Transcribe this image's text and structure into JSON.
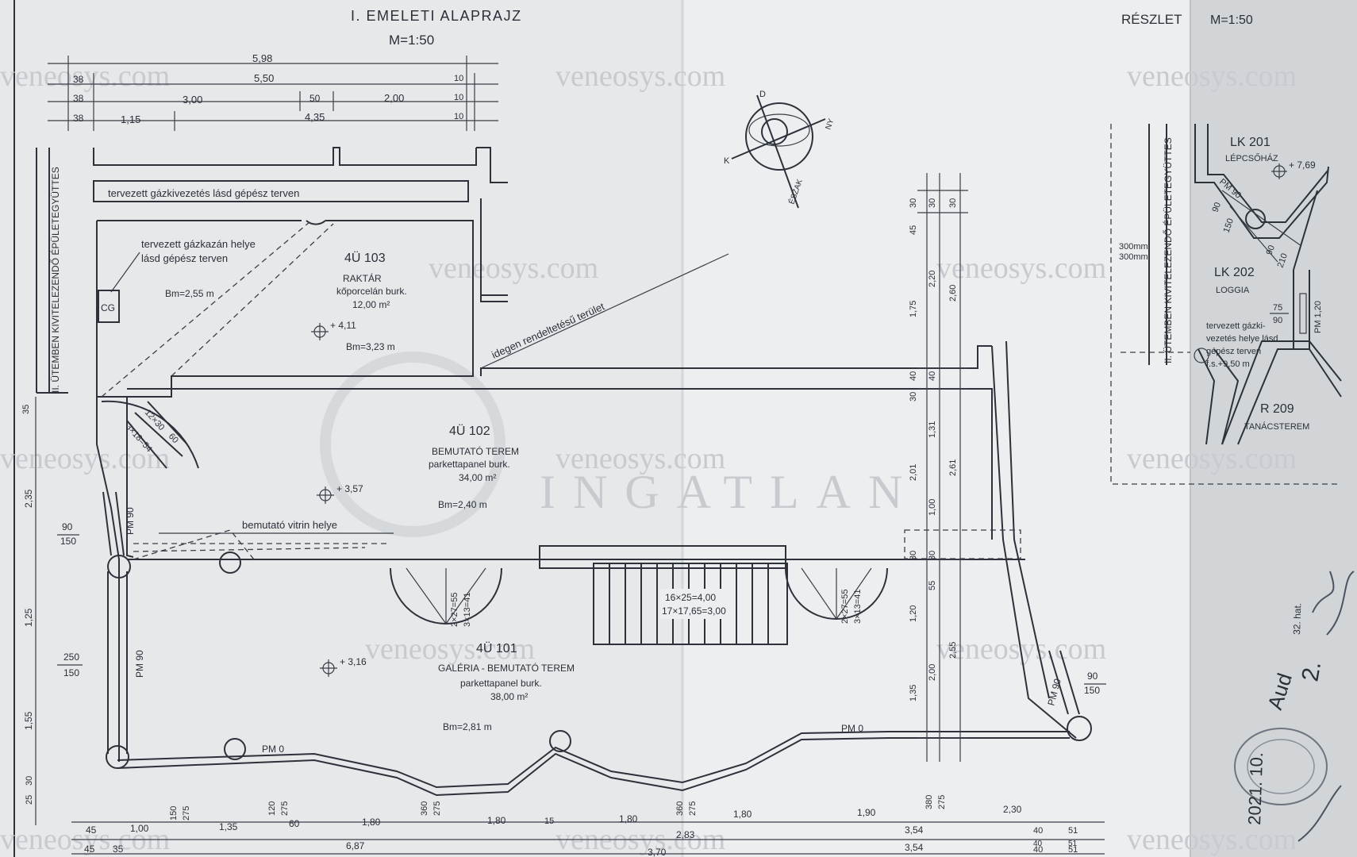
{
  "sheet": {
    "title": "I. EMELETI ALAPRAJZ",
    "scale": "M=1:50",
    "detail_title": "RÉSZLET",
    "detail_scale": "M=1:50",
    "watermark": "veneosys.com"
  },
  "notes": {
    "gas_line": "tervezett gázkivezetés lásd gépész terven",
    "boiler_1": "tervezett gázkazán helye",
    "boiler_2": "lásd gépész terven",
    "boiler_cg": "CG",
    "boiler_bm": "Bm=2,55 m",
    "foreign_area": "idegen rendeltetésű terület",
    "vitrin": "bemutató vitrin helye",
    "stage2_left": "II. ÜTEMBEN KIVITELEZENDŐ ÉPÜLETEGYÜTTES",
    "stage2_right": "II. ÜTEMBEN KIVITELEZENDŐ ÉPÜLETEGYÜTTES",
    "compass_north": "ÉSZAK",
    "compass_d": "D",
    "compass_k": "K",
    "compass_ny": "NY"
  },
  "rooms": {
    "r103": {
      "id": "4Ü 103",
      "name": "RAKTÁR",
      "floor": "kőporcelán burk.",
      "area": "12,00 m²",
      "level": "+ 4,11",
      "bm": "Bm=3,23 m"
    },
    "r102": {
      "id": "4Ü 102",
      "name": "BEMUTATÓ TEREM",
      "floor": "parkettapanel burk.",
      "area": "34,00 m²",
      "level": "+ 3,57",
      "bm": "Bm=2,40 m"
    },
    "r101": {
      "id": "4Ü 101",
      "name": "GALÉRIA - BEMUTATÓ TEREM",
      "floor": "parkettapanel burk.",
      "area": "38,00 m²",
      "level": "+ 3,16",
      "bm": "Bm=2,81 m"
    }
  },
  "stairs": {
    "main_1": "16×25=4,00",
    "main_2": "17×17,65=3,00",
    "spiral_top_1": "12×30",
    "spiral_top_2": "3×18=54",
    "spiral_top_3": "60",
    "spiral_mid_1": "2×27=55",
    "spiral_mid_2": "3×13=41",
    "spiral_right_1": "2×27=55",
    "spiral_right_2": "3×13=41"
  },
  "windows": {
    "pm90_left": "PM 90",
    "w1_a": "90",
    "w1_b": "150",
    "pm90_left2": "PM 90",
    "w2_a": "250",
    "w2_b": "150",
    "pm0_bottom": "PM 0",
    "pm0_right": "PM 0",
    "pm90_right": "PM 90",
    "w3_a": "90",
    "w3_b": "150"
  },
  "dims_top": {
    "d598": "5,98",
    "d550": "5,50",
    "d300": "3,00",
    "d50": "50",
    "d200": "2,00",
    "d115": "1,15",
    "d435": "4,35",
    "d38a": "38",
    "d38b": "38",
    "d38c": "38",
    "d10a": "10",
    "d10b": "10",
    "d10c": "10"
  },
  "dims_left": {
    "d35": "35",
    "d235": "2,35",
    "d125": "1,25",
    "d155": "1,55",
    "d25": "25",
    "d30": "30"
  },
  "dims_right": {
    "c1": [
      "30",
      "45",
      "1,75",
      "40",
      "30",
      "2,01",
      "30",
      "1,20",
      "1,35"
    ],
    "c2": [
      "30",
      "2,20",
      "40",
      "1,31",
      "1,00",
      "30",
      "55",
      "2,00"
    ],
    "c3": [
      "30",
      "2,60",
      "2,61",
      "2,55"
    ]
  },
  "dims_bottom": {
    "row1": [
      "45",
      "1,00",
      "1,35",
      "60",
      "1,80",
      "1,80",
      "15",
      "1,80",
      "1,80",
      "1,90",
      "2,30",
      "40",
      "51"
    ],
    "row2": [
      "45",
      "35",
      "6,87",
      "2,83",
      "3,54",
      "40",
      "51"
    ],
    "row3": [
      "3,54",
      "3,70",
      "40",
      "51"
    ],
    "heights": [
      "150",
      "275",
      "120",
      "275",
      "360",
      "275",
      "360",
      "275",
      "380",
      "275"
    ]
  },
  "detail": {
    "lk201_id": "LK 201",
    "lk201_name": "LÉPCSŐHÁZ",
    "lk201_level": "+ 7,69",
    "pm90": "PM 90",
    "d90_150_a": "90",
    "d90_150_b": "150",
    "d90_210_a": "90",
    "d90_210_b": "210",
    "lk202_id": "LK 202",
    "lk202_name": "LOGGIA",
    "d75": "75",
    "d90": "90",
    "pm120": "PM 1,20",
    "gas_1": "tervezett gázki-",
    "gas_2": "vezetés helye lásd",
    "gas_3": "gépész terven",
    "gas_4": "f.s.+9,50 m",
    "r209_id": "R 209",
    "r209_name": "TANÁCSTEREM",
    "mm1": "300mm",
    "mm2": "300mm"
  },
  "handwriting": {
    "date_1": "2021. 10.",
    "sign_1": "Aud",
    "sign_2": "2.",
    "stamp_hint": "32. hat."
  }
}
